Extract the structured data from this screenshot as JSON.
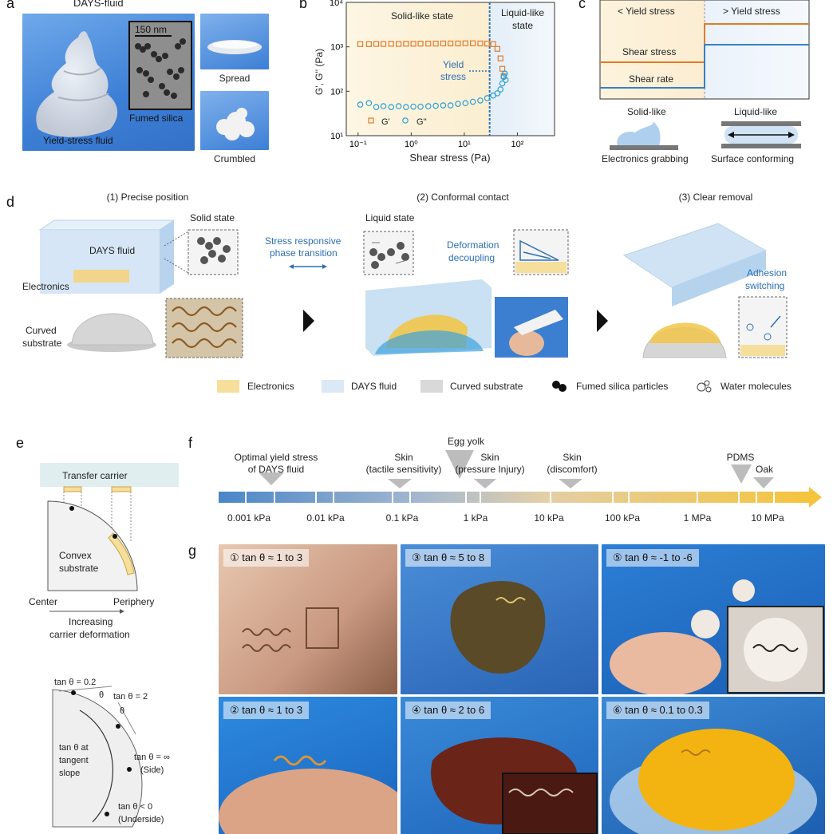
{
  "panel_labels": {
    "a": "a",
    "b": "b",
    "c": "c",
    "d": "d",
    "e": "e",
    "f": "f",
    "g": "g"
  },
  "panel_a": {
    "title": "DAYS-fluid",
    "main_caption": "Yield-stress fluid",
    "scale_bar": "150 nm",
    "inset_caption": "Fumed silica",
    "spread": "Spread",
    "crumbled": "Crumbled"
  },
  "panel_b": {
    "chart_data": {
      "type": "scatter",
      "xlabel": "Shear stress (Pa)",
      "ylabel": "G', G'' (Pa)",
      "x_scale": "log",
      "y_scale": "log",
      "xlim": [
        0.06,
        500
      ],
      "ylim": [
        10,
        10000
      ],
      "x_ticks": [
        "10⁻¹",
        "10⁰",
        "10¹",
        "10²"
      ],
      "y_ticks": [
        "10¹",
        "10²",
        "10³",
        "10⁴"
      ],
      "yield_stress": 30,
      "series": [
        {
          "name": "G'",
          "marker": "square",
          "color": "#e07b2a",
          "x": [
            0.11,
            0.16,
            0.22,
            0.3,
            0.42,
            0.58,
            0.8,
            1.1,
            1.5,
            2.1,
            2.9,
            4.0,
            5.5,
            7.6,
            10.5,
            14.5,
            20,
            27,
            35,
            42,
            48,
            52,
            55
          ],
          "y": [
            1150,
            1150,
            1160,
            1160,
            1170,
            1160,
            1170,
            1170,
            1180,
            1180,
            1180,
            1190,
            1190,
            1190,
            1200,
            1200,
            1190,
            1180,
            1150,
            900,
            550,
            320,
            220
          ]
        },
        {
          "name": "G''",
          "marker": "circle",
          "color": "#2a9fd6",
          "x": [
            0.11,
            0.16,
            0.22,
            0.3,
            0.42,
            0.58,
            0.8,
            1.1,
            1.5,
            2.1,
            2.9,
            4.0,
            5.5,
            7.6,
            10.5,
            14.5,
            20,
            27,
            35,
            42,
            48,
            52,
            55,
            58,
            60
          ],
          "y": [
            50,
            54,
            44,
            46,
            44,
            46,
            44,
            45,
            45,
            46,
            47,
            48,
            48,
            52,
            54,
            58,
            62,
            70,
            80,
            90,
            110,
            150,
            210,
            250,
            180
          ]
        }
      ],
      "annotations": {
        "solid": "Solid-like state",
        "liquid": "Liquid-like state",
        "yield": "Yield stress",
        "legend_g1": "G'",
        "legend_g2": "G''"
      }
    }
  },
  "panel_c": {
    "below": "< Yield stress",
    "above": "> Yield stress",
    "shear_stress": "Shear stress",
    "shear_rate": "Shear rate",
    "solid_like": "Solid-like",
    "liquid_like": "Liquid-like",
    "electronics_grabbing": "Electronics  grabbing",
    "surface_conforming": "Surface conforming",
    "colors": {
      "stress": "#e07b2a",
      "rate": "#3a7fc4"
    }
  },
  "panel_d": {
    "step1": "(1) Precise position",
    "step2": "(2) Conformal contact",
    "step3": "(3) Clear removal",
    "solid_state": "Solid state",
    "days_fluid": "DAYS fluid",
    "electronics": "Electronics",
    "curved_substrate": "Curved substrate",
    "stress_transition": "Stress  responsive phase  transition",
    "liquid_state": "Liquid state",
    "deformation": "Deformation decoupling",
    "adhesion": "Adhesion switching",
    "legend": {
      "electronics": "Electronics",
      "days": "DAYS fluid",
      "curved": "Curved substrate",
      "silica": "Fumed silica particles",
      "water": "Water molecules"
    },
    "colors": {
      "electronics": "#f6df9c",
      "days": "#dbe8f5",
      "curved": "#d9d9d9"
    }
  },
  "panel_e": {
    "transfer_carrier": "Transfer carrier",
    "convex": "Convex substrate",
    "center": "Center",
    "periphery": "Periphery",
    "increasing": "Increasing carrier deformation",
    "tan02": "tan θ = 0.2",
    "tan2": "tan θ = 2",
    "taninf": "tan θ = ∞",
    "side": "(Side)",
    "tanneg": "tan θ < 0",
    "underside": "(Underside)",
    "tan_slope": "tan θ at tangent slope",
    "theta": "θ"
  },
  "panel_f": {
    "optimal": "Optimal yield stress of DAYS fluid",
    "skin_tactile": "Skin (tactile sensitivity)",
    "egg_yolk": "Egg yolk",
    "skin_pressure": "Skin (pressure Injury)",
    "skin_discomfort": "Skin (discomfort)",
    "pdms": "PDMS",
    "oak": "Oak",
    "ticks": [
      "0.001 kPa",
      "0.01 kPa",
      "0.1 kPa",
      "1 kPa",
      "10 kPa",
      "100 kPa",
      "1 MPa",
      "10 MPa"
    ]
  },
  "panel_g": {
    "captions": [
      "① tan θ ≈ 1 to 3",
      "③ tan θ ≈ 5 to 8",
      "⑤ tan θ ≈ -1 to -6",
      "② tan θ ≈ 1 to 3",
      "④ tan θ ≈ 2 to 6",
      "⑥ tan θ ≈ 0.1 to 0.3"
    ]
  }
}
